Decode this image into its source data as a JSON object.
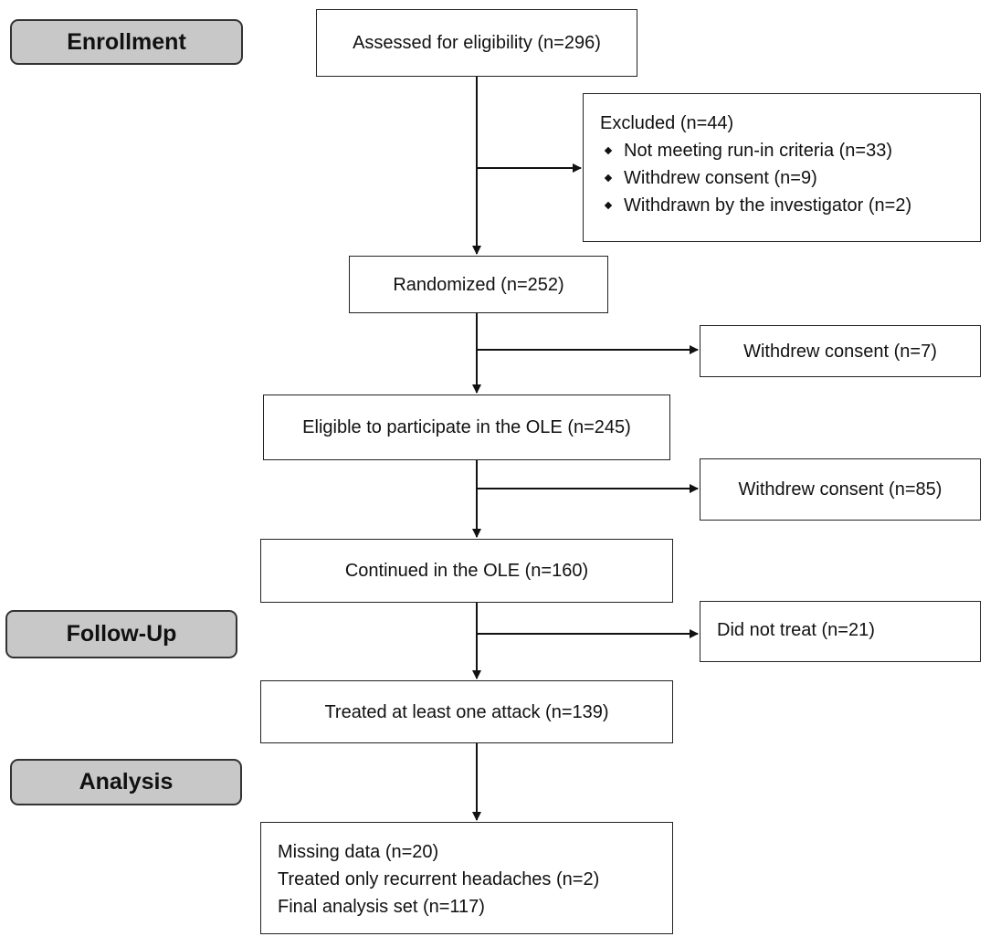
{
  "phases": {
    "enrollment": "Enrollment",
    "follow_up": "Follow-Up",
    "analysis": "Analysis"
  },
  "boxes": {
    "assessed": "Assessed for eligibility (n=296)",
    "excluded": {
      "title": "Excluded (n=44)",
      "items": [
        "Not meeting run-in criteria (n=33)",
        "Withdrew consent (n=9)",
        "Withdrawn by the investigator (n=2)"
      ]
    },
    "randomized": "Randomized (n=252)",
    "withdrew_7": "Withdrew consent (n=7)",
    "eligible_ole": "Eligible to participate in the OLE (n=245)",
    "withdrew_85": "Withdrew consent (n=85)",
    "continued_ole": "Continued in the OLE (n=160)",
    "did_not_treat": "Did not treat (n=21)",
    "treated": "Treated at least one attack (n=139)",
    "analysis": {
      "lines": [
        "Missing data (n=20)",
        "Treated only recurrent headaches (n=2)",
        "Final analysis set (n=117)"
      ]
    }
  },
  "colors": {
    "phase_fill": "#c8c8c8",
    "line": "#111111"
  }
}
